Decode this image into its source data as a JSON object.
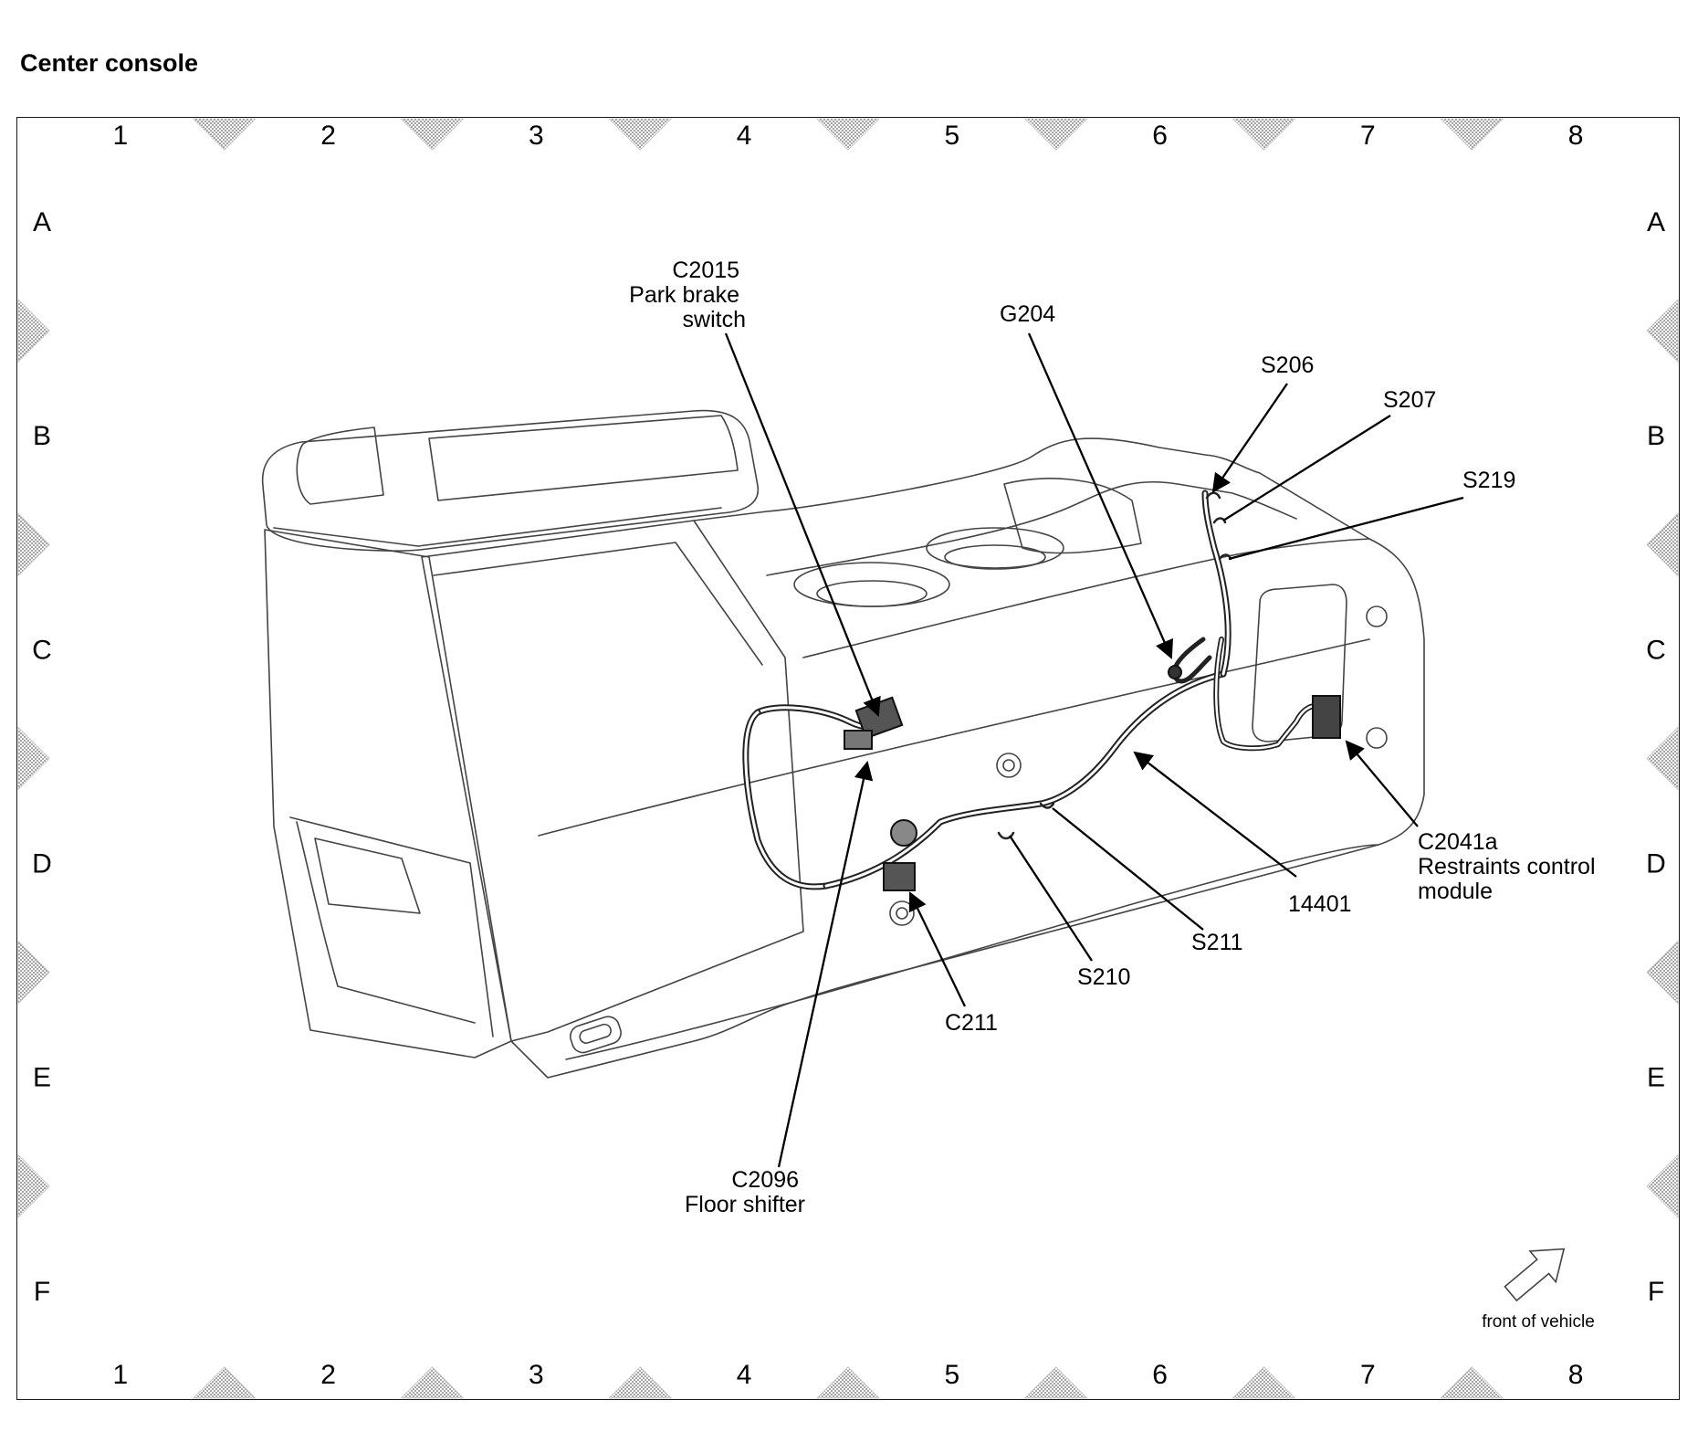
{
  "title": "Center console",
  "grid": {
    "columns": [
      "1",
      "2",
      "3",
      "4",
      "5",
      "6",
      "7",
      "8"
    ],
    "rows": [
      "A",
      "B",
      "C",
      "D",
      "E",
      "F"
    ]
  },
  "callouts": {
    "c2015": {
      "lines": [
        "C2015",
        "Park brake",
        "switch"
      ]
    },
    "g204": {
      "lines": [
        "G204"
      ]
    },
    "s206": {
      "lines": [
        "S206"
      ]
    },
    "s207": {
      "lines": [
        "S207"
      ]
    },
    "s219": {
      "lines": [
        "S219"
      ]
    },
    "c2041a": {
      "lines": [
        "C2041a",
        "Restraints control",
        "module"
      ]
    },
    "n14401": {
      "lines": [
        "14401"
      ]
    },
    "s211": {
      "lines": [
        "S211"
      ]
    },
    "s210": {
      "lines": [
        "S210"
      ]
    },
    "c211": {
      "lines": [
        "C211"
      ]
    },
    "c2096": {
      "lines": [
        "C2096",
        "Floor shifter"
      ]
    }
  },
  "orientation": {
    "label": "front of vehicle",
    "icon": "direction-arrow-icon"
  },
  "colors": {
    "ink": "#000000",
    "pattern": "#9a9a9a",
    "outline": "#444444"
  }
}
